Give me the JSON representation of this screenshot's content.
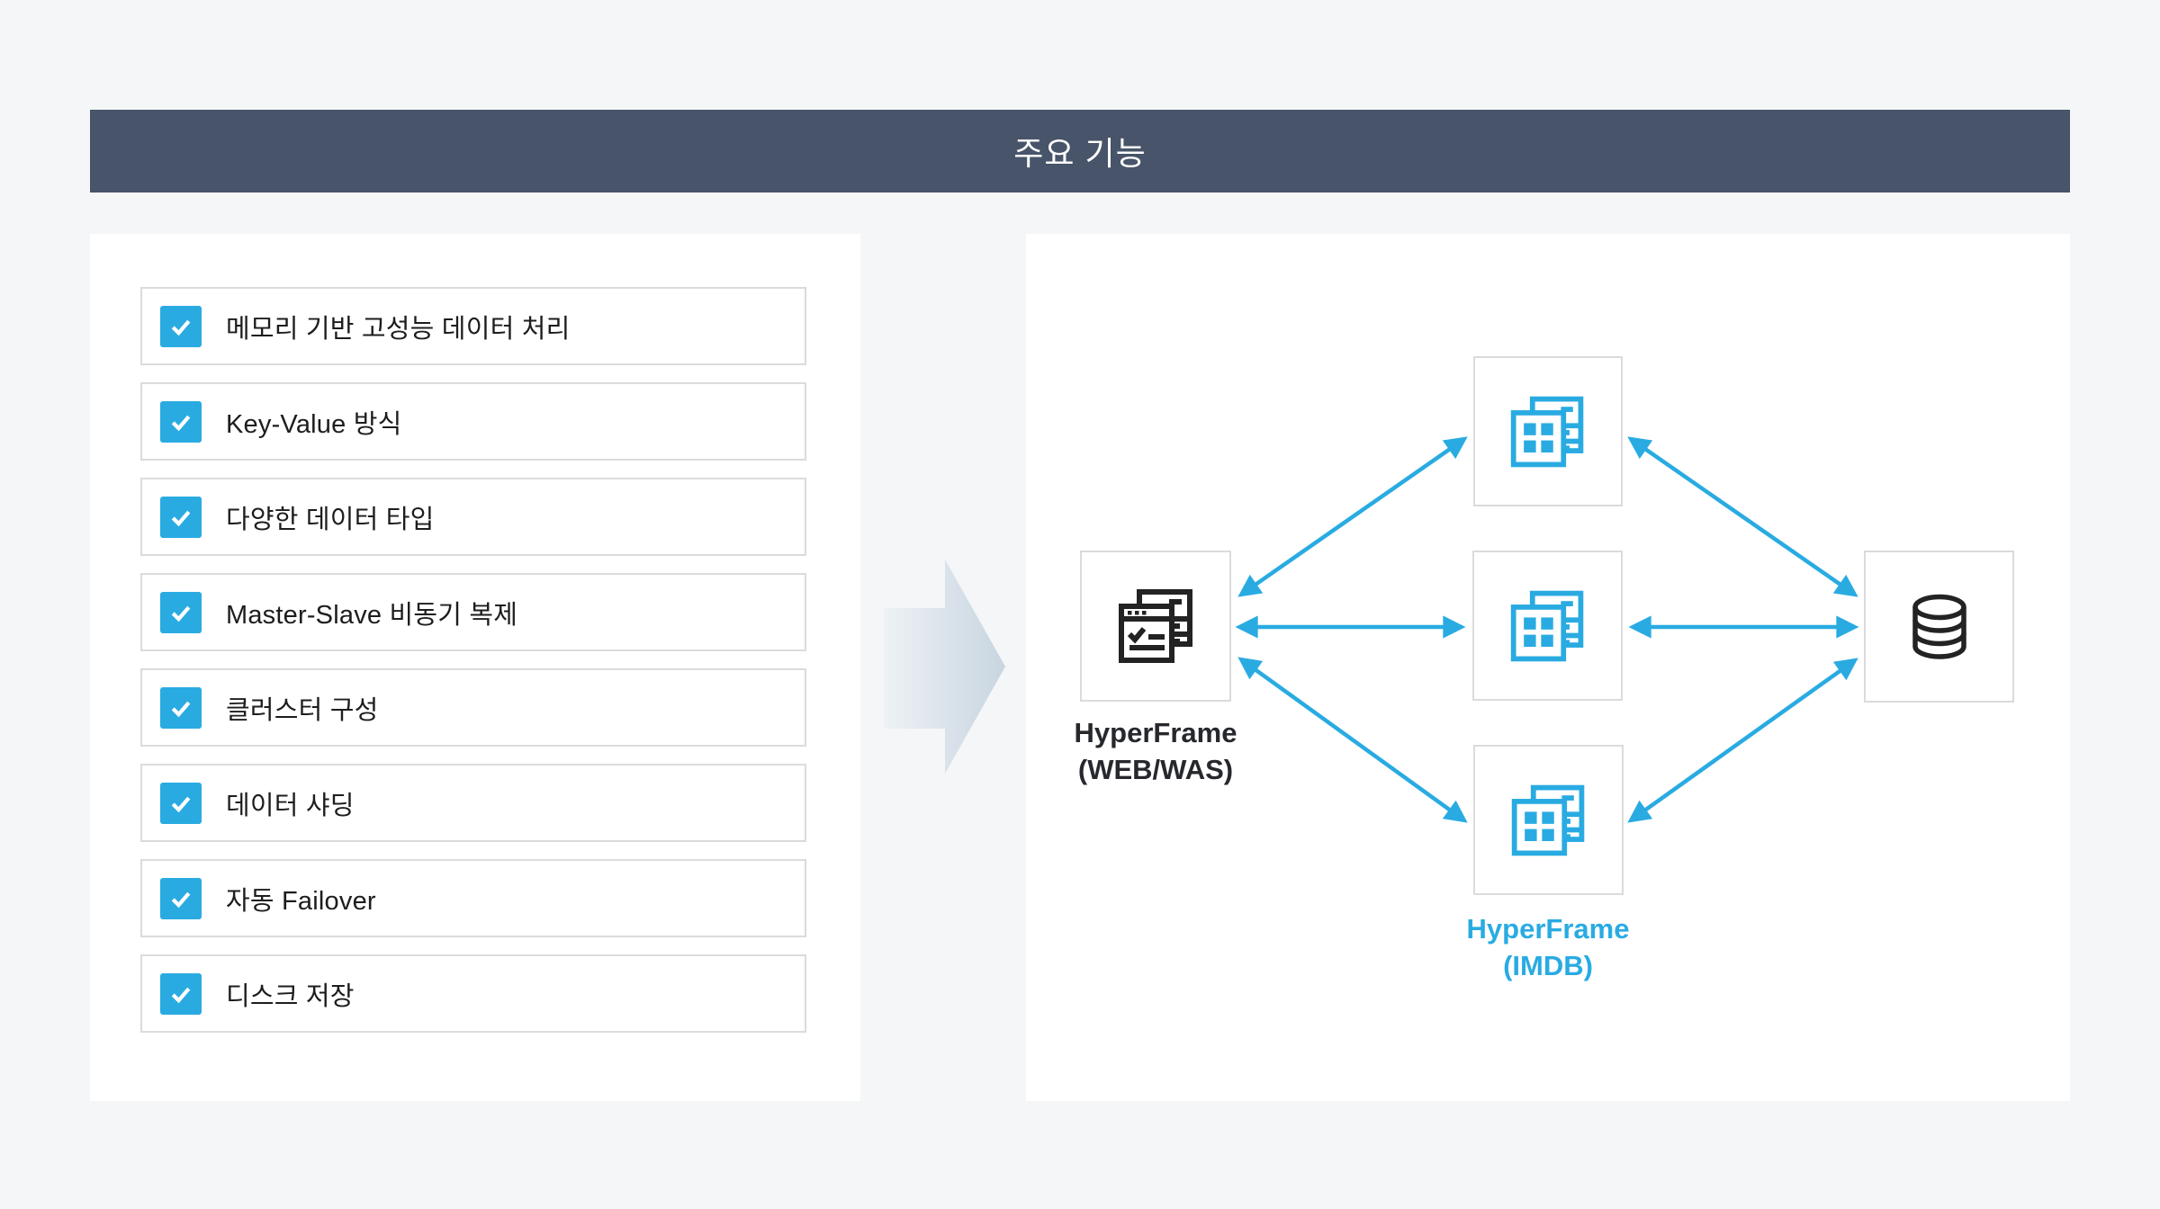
{
  "colors": {
    "accent": "#29ABE2",
    "titlebar-bg": "#475469",
    "page-bg": "#F4F6F8",
    "panel-bg": "#FFFFFF",
    "border": "#DBDBDB",
    "dark": "#232323",
    "text": "#1D1D1F",
    "arrow-grad-start": "#EEF2F6",
    "arrow-grad-end": "#C8D5E0"
  },
  "header": {
    "title": "주요 기능"
  },
  "features": {
    "items": [
      {
        "label": "메모리 기반 고성능 데이터 처리",
        "checked": true
      },
      {
        "label": "Key-Value 방식",
        "checked": true
      },
      {
        "label": "다양한 데이터 타입",
        "checked": true
      },
      {
        "label": "Master-Slave 비동기 복제",
        "checked": true
      },
      {
        "label": "클러스터 구성",
        "checked": true
      },
      {
        "label": "데이터 샤딩",
        "checked": true
      },
      {
        "label": "자동 Failover",
        "checked": true
      },
      {
        "label": "디스크 저장",
        "checked": true
      }
    ]
  },
  "diagram": {
    "web_was_label": {
      "line1": "HyperFrame",
      "line2": "(WEB/WAS)"
    },
    "imdb_label": {
      "line1": "HyperFrame",
      "line2": "(IMDB)"
    },
    "icons": {
      "web_was": "browser-windows-check-icon",
      "imdb": "grid-windows-icon",
      "db": "database-cylinder-icon",
      "transition": "right-block-arrow",
      "connections": "double-headed-arrow"
    }
  }
}
